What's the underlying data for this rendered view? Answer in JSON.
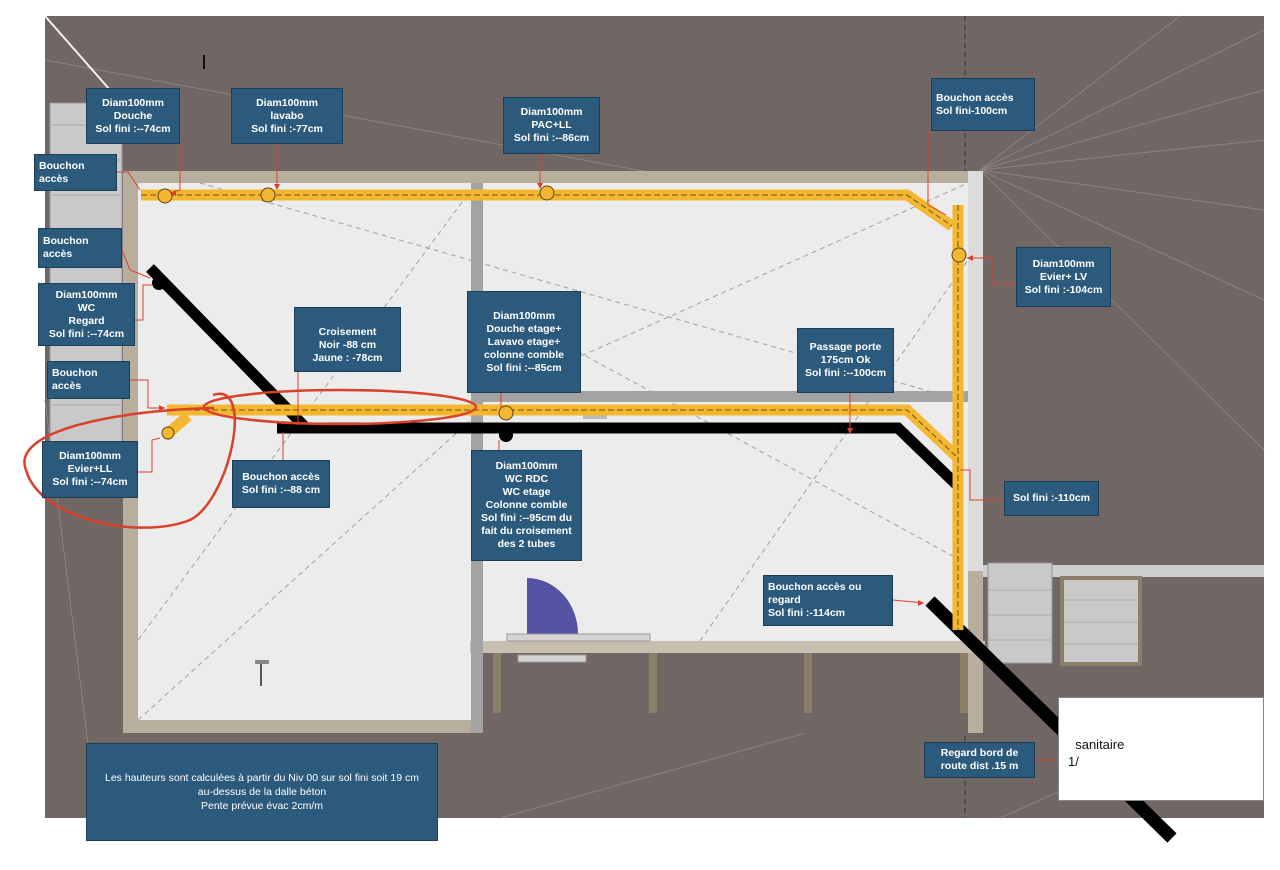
{
  "labels": [
    {
      "id": "douche",
      "lines": [
        "Diam100mm",
        "Douche",
        "Sol fini :--74cm"
      ]
    },
    {
      "id": "lavabo",
      "lines": [
        "Diam100mm",
        "lavabo",
        "Sol fini :-77cm"
      ]
    },
    {
      "id": "pac",
      "lines": [
        "Diam100mm",
        "PAC+LL",
        "Sol fini :--86cm"
      ]
    },
    {
      "id": "bouchon-haut-droite",
      "lines": [
        "Bouchon accès",
        "Sol fini-100cm"
      ]
    },
    {
      "id": "bouchon-1",
      "lines": [
        "Bouchon",
        "accès"
      ]
    },
    {
      "id": "bouchon-2",
      "lines": [
        "Bouchon",
        "accès"
      ]
    },
    {
      "id": "evier-lv",
      "lines": [
        "Diam100mm",
        "Evier+ LV",
        "Sol fini :-104cm"
      ]
    },
    {
      "id": "wc-regard",
      "lines": [
        "Diam100mm",
        "WC",
        "Regard",
        "Sol fini :--74cm"
      ]
    },
    {
      "id": "croisement",
      "lines": [
        "Croisement",
        "Noir -88 cm",
        "Jaune : -78cm"
      ]
    },
    {
      "id": "douche-etage",
      "lines": [
        "Diam100mm",
        "Douche etage+",
        "Lavavo etage+",
        "colonne comble",
        "Sol fini :--85cm"
      ]
    },
    {
      "id": "passage-porte",
      "lines": [
        "Passage porte",
        "175cm Ok",
        "Sol fini :--100cm"
      ]
    },
    {
      "id": "bouchon-3",
      "lines": [
        "Bouchon",
        "accès"
      ]
    },
    {
      "id": "evier-ll",
      "lines": [
        "Diam100mm",
        "Evier+LL",
        "Sol fini :--74cm"
      ]
    },
    {
      "id": "bouchon-88",
      "lines": [
        "Bouchon accès",
        "Sol fini :--88 cm"
      ]
    },
    {
      "id": "wc-rdc",
      "lines": [
        "Diam100mm",
        "WC RDC",
        "WC etage",
        "Colonne comble",
        "Sol fini :--95cm du",
        "fait du croisement",
        "des 2 tubes"
      ]
    },
    {
      "id": "sol-110",
      "lines": [
        "Sol fini :-110cm"
      ]
    },
    {
      "id": "bouchon-regard",
      "lines": [
        "Bouchon accès  ou",
        "regard",
        "Sol fini :-114cm"
      ]
    },
    {
      "id": "regard-route",
      "lines": [
        "Regard bord de",
        "route dist .15 m"
      ]
    },
    {
      "id": "note",
      "lines": [
        "Les hauteurs sont calculées à partir du  Niv 00 sur sol fini soit 19 cm",
        "au-dessus de la dalle béton",
        "Pente prévue évac 2cm/m"
      ]
    }
  ],
  "tank": {
    "text": "  sanitaire\n1/"
  },
  "colors": {
    "label_bg": "#2b5a7c",
    "pipe_yellow": "#f4b731",
    "pipe_black": "#000000",
    "annotation_red": "#d9412b",
    "ground": "#706764",
    "floor": "#ececec"
  }
}
